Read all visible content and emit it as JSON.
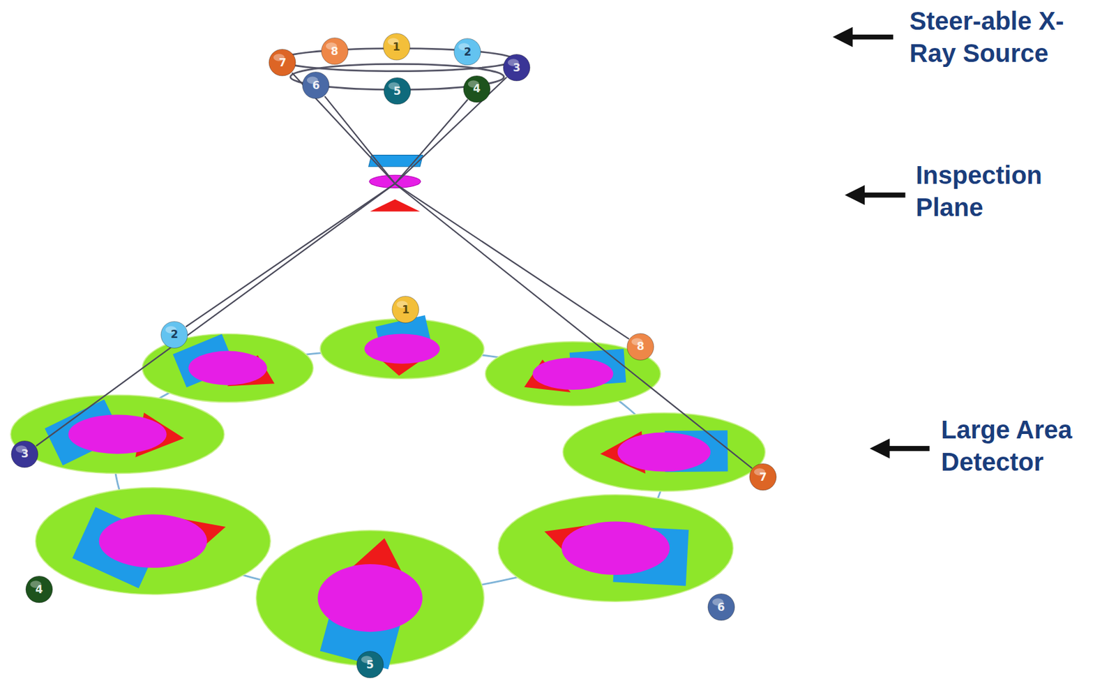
{
  "diagram": {
    "nodes": [
      {
        "text": [
          "1"
        ]
      },
      {
        "text": [
          "2"
        ]
      },
      {
        "text": [
          "3"
        ]
      },
      {
        "text": [
          "4"
        ]
      },
      {
        "text": [
          "5"
        ]
      },
      {
        "text": [
          "6"
        ]
      },
      {
        "text": [
          "7"
        ]
      },
      {
        "text": [
          "8"
        ]
      },
      {
        "text": [
          "1"
        ]
      },
      {
        "text": [
          "2"
        ]
      },
      {
        "text": [
          "3"
        ]
      },
      {
        "text": [
          "4"
        ]
      },
      {
        "text": [
          "5"
        ]
      },
      {
        "text": [
          "6"
        ]
      },
      {
        "text": [
          "7"
        ]
      },
      {
        "text": [
          "8"
        ]
      }
    ],
    "edges": [
      {
        "from": 6,
        "to": 14,
        "arrow": "none"
      },
      {
        "from": 5,
        "to": 15,
        "arrow": "none"
      },
      {
        "from": 2,
        "to": 10,
        "arrow": "none"
      },
      {
        "from": 3,
        "to": 9,
        "arrow": "none"
      }
    ],
    "labels": [
      "Steer-able X-Ray Source",
      "Inspection Plane",
      "Large Area Detector"
    ]
  }
}
